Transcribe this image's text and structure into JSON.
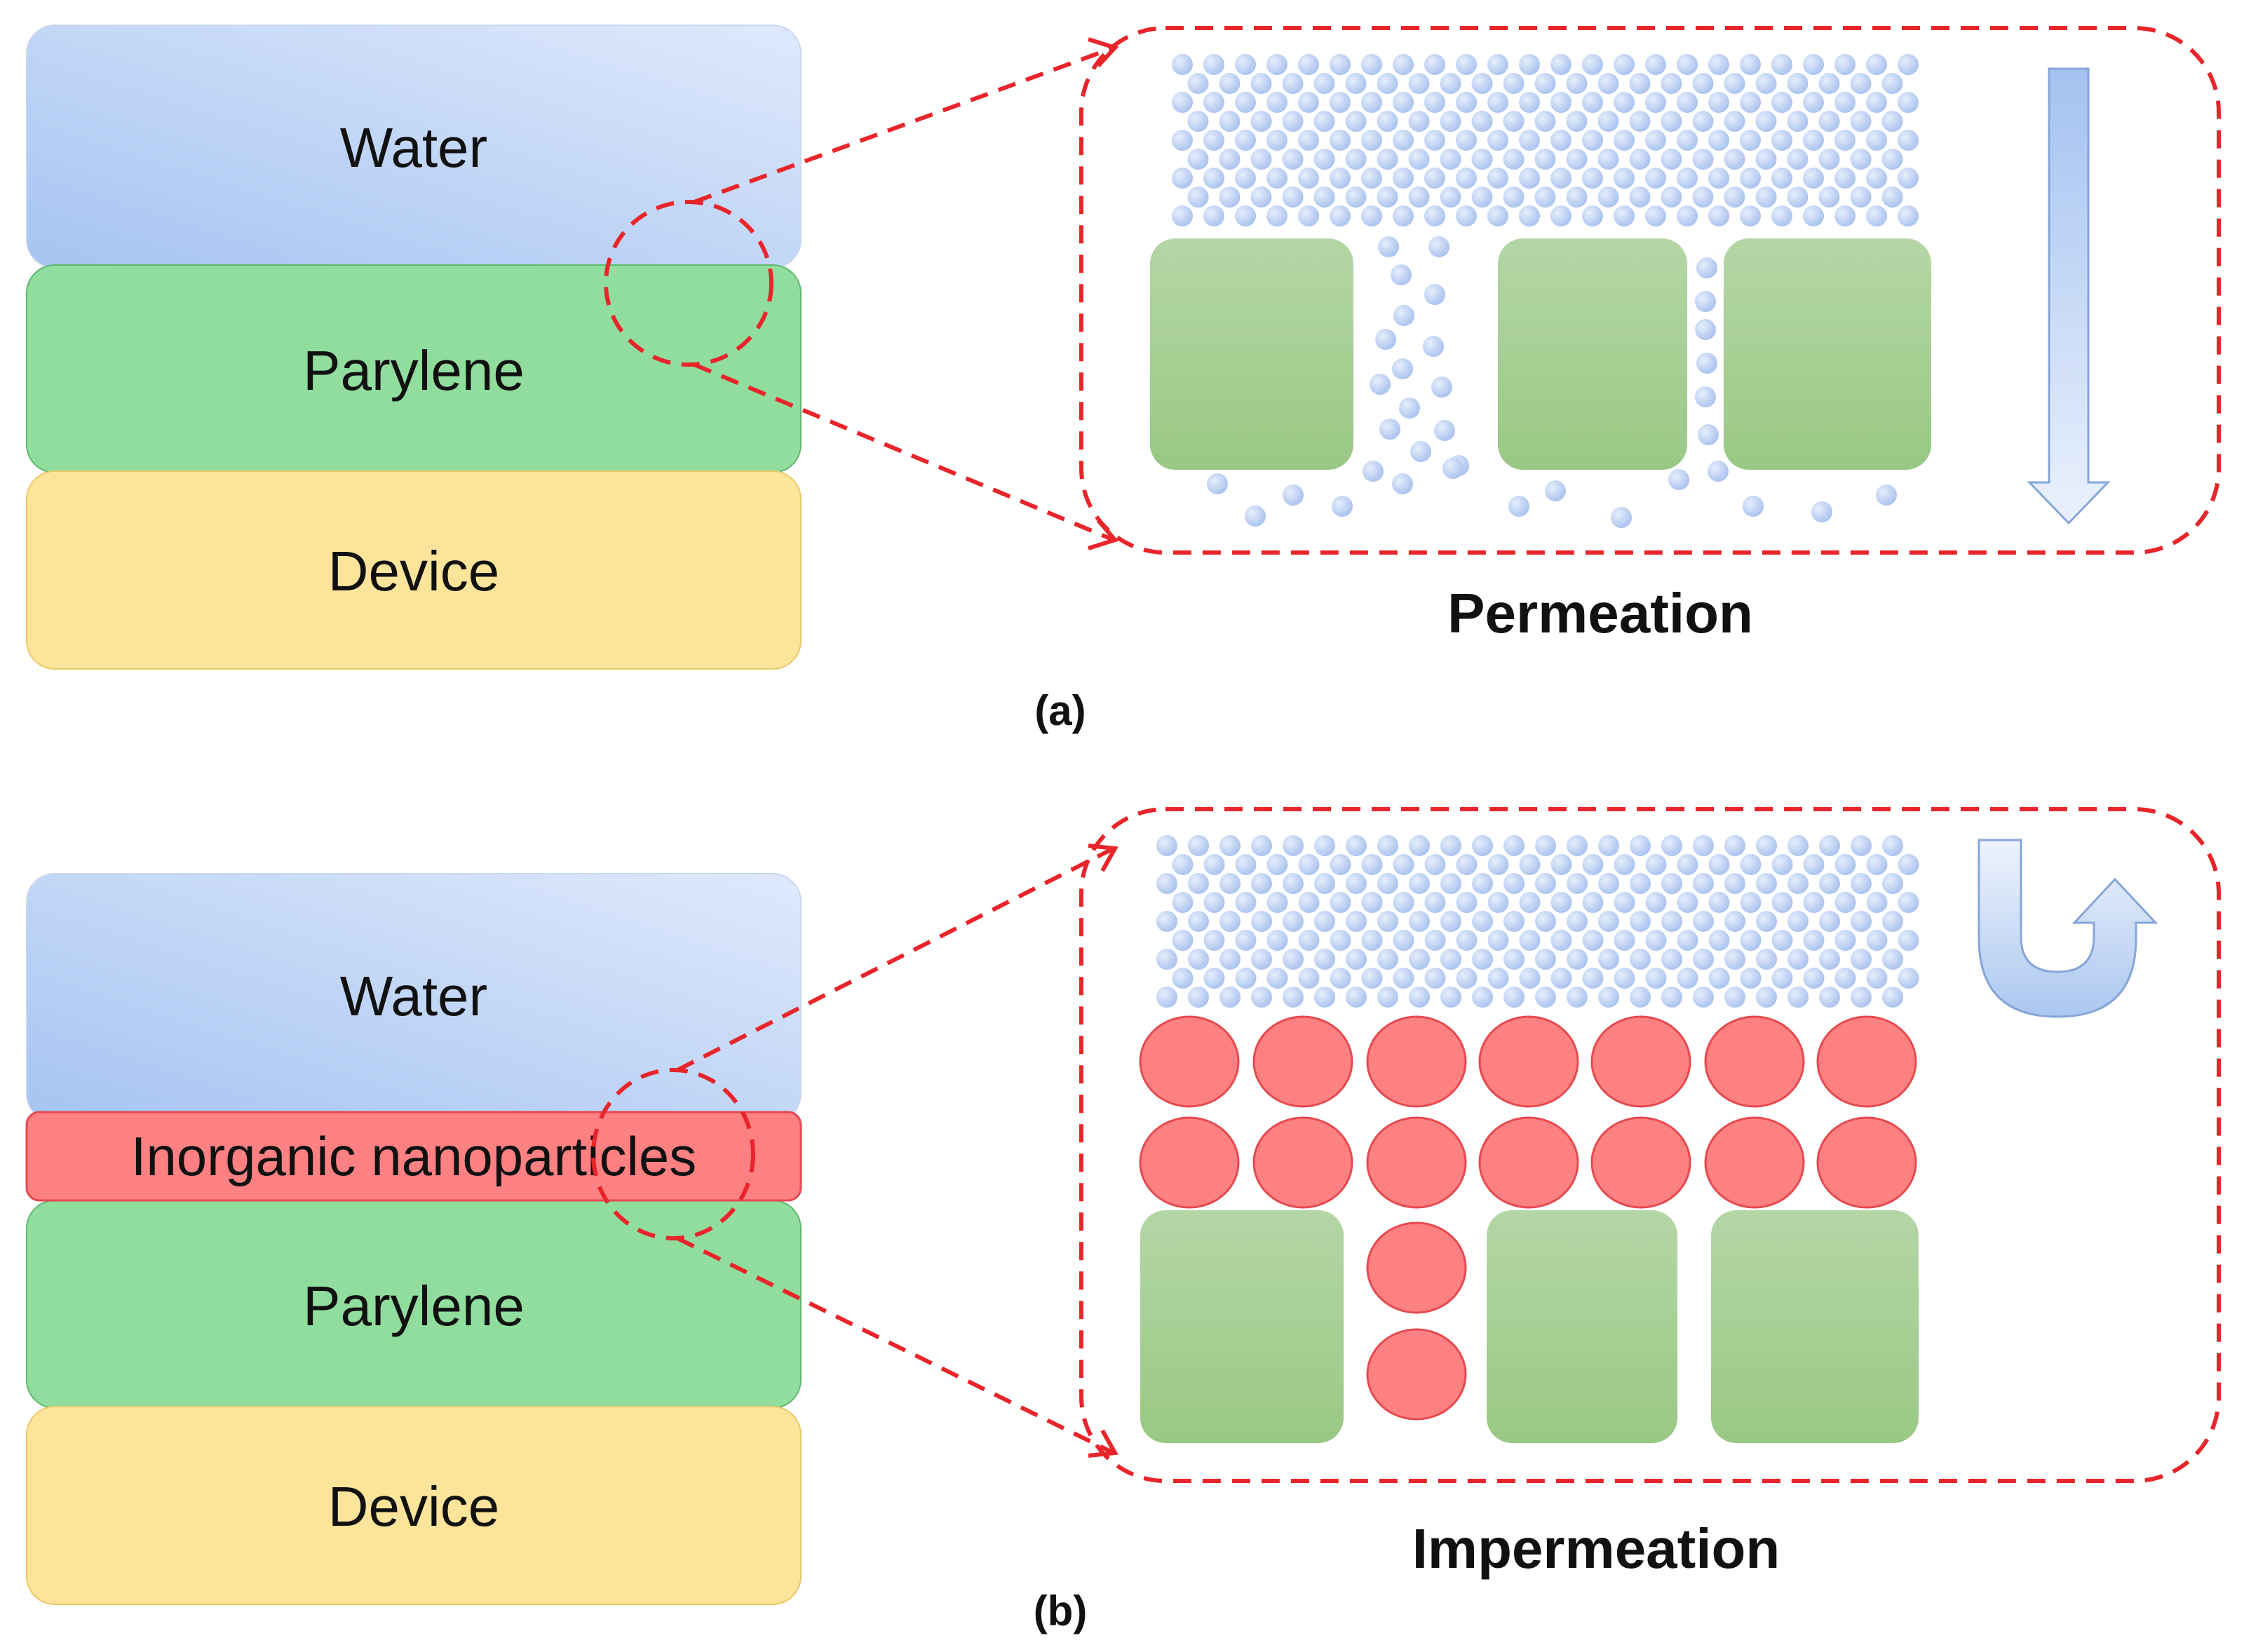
{
  "panel_a": {
    "layers": {
      "water": "Water",
      "parylene": "Parylene",
      "device": "Device"
    },
    "caption": "Permeation",
    "tag": "(a)"
  },
  "panel_b": {
    "layers": {
      "water": "Water",
      "nanoparticles": "Inorganic nanoparticles",
      "parylene": "Parylene",
      "device": "Device"
    },
    "caption": "Impermeation",
    "tag": "(b)"
  },
  "colors": {
    "water_top": "#d6e6fb",
    "water_bottom": "#a9c8f2",
    "parylene": "#90dd9e",
    "device": "#fde49b",
    "nanoparticle": "#fd8082",
    "block_top": "#b2d4a2",
    "block_bottom": "#9bc985",
    "molecule": "#b9cff1",
    "callout": "#e8252a"
  },
  "icons": {
    "permeation_arrow": "arrow-down-icon",
    "impermeation_arrow": "u-turn-arrow-icon"
  }
}
